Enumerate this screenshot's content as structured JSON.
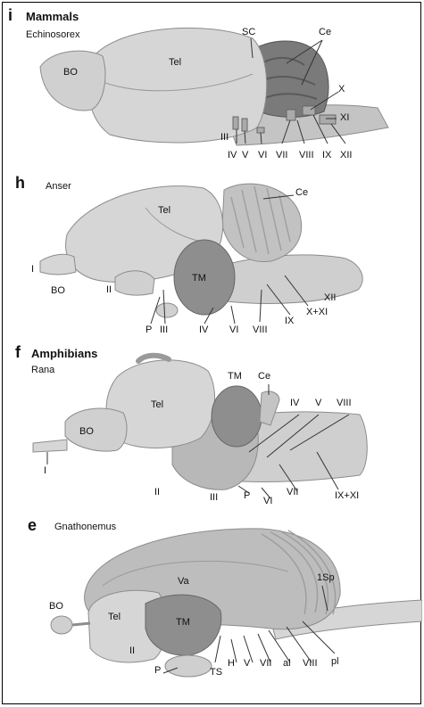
{
  "colors": {
    "brain_light": "#d6d6d6",
    "brain_mid": "#bdbdbd",
    "brain_dark": "#9a9a9a",
    "tectum": "#8a8a8a",
    "outline": "#8c8c8c",
    "line": "#333333"
  },
  "panels": [
    {
      "id": "i",
      "letter": "i",
      "group": "Mammals",
      "genus": "Echinosorex",
      "labels": {
        "bo": "BO",
        "tel": "Tel",
        "sc": "SC",
        "ce": "Ce",
        "x": "X",
        "xi": "XI",
        "iii": "III",
        "iv": "IV",
        "v": "V",
        "vi": "VI",
        "vii": "VII",
        "viii": "VIII",
        "ix": "IX",
        "xii": "XII"
      }
    },
    {
      "id": "h",
      "letter": "h",
      "group": "",
      "genus": "Anser",
      "labels": {
        "tel": "Tel",
        "ce": "Ce",
        "i": "I",
        "bo": "BO",
        "ii": "II",
        "tm": "TM",
        "xii": "XII",
        "x_xi": "X+XI",
        "p": "P",
        "iii": "III",
        "iv": "IV",
        "vi": "VI",
        "viii": "VIII",
        "ix": "IX"
      }
    },
    {
      "id": "f",
      "letter": "f",
      "group": "Amphibians",
      "genus": "Rana",
      "labels": {
        "tm": "TM",
        "ce": "Ce",
        "tel": "Tel",
        "iv": "IV",
        "v": "V",
        "viii": "VIII",
        "bo": "BO",
        "i": "I",
        "ii": "II",
        "iii": "III",
        "p": "P",
        "vi": "VI",
        "vii": "VII",
        "ix_xi": "IX+XI"
      }
    },
    {
      "id": "e",
      "letter": "e",
      "group": "",
      "genus": "Gnathonemus",
      "labels": {
        "va": "Va",
        "sp1": "1Sp",
        "bo": "BO",
        "tel": "Tel",
        "tm": "TM",
        "ii": "II",
        "p": "P",
        "ts": "TS",
        "h": "H",
        "v": "V",
        "vii": "VII",
        "al": "al",
        "viii": "VIII",
        "pl": "pl"
      }
    }
  ]
}
